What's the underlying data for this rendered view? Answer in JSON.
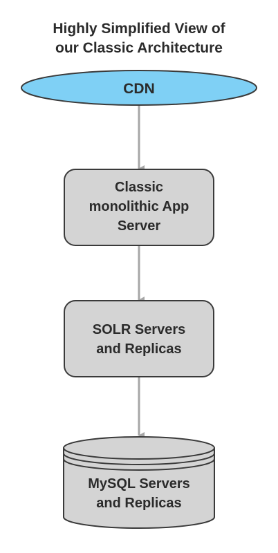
{
  "title": {
    "line1": "Highly Simplified View of",
    "line2": "our Classic Architecture"
  },
  "nodes": {
    "cdn": {
      "label": "CDN",
      "fill": "#7fd0f5",
      "stroke": "#3a3a3a"
    },
    "app_server": {
      "lines": [
        "Classic",
        "monolithic App",
        "Server"
      ],
      "fill": "#d4d4d4",
      "stroke": "#3a3a3a"
    },
    "solr": {
      "lines": [
        "SOLR Servers",
        "and Replicas"
      ],
      "fill": "#d4d4d4",
      "stroke": "#3a3a3a"
    },
    "mysql": {
      "lines": [
        "MySQL Servers",
        "and Replicas"
      ],
      "fill": "#d4d4d4",
      "stroke": "#3a3a3a"
    }
  },
  "connector_color": "#a6a6a6"
}
